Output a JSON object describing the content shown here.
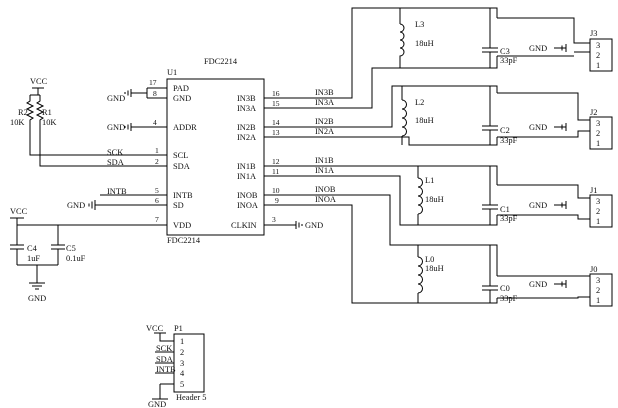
{
  "ic": {
    "title": "FDC2214",
    "ref": "U1",
    "part": "FDC2214",
    "left_pins": [
      {
        "num": "17",
        "label": "PAD"
      },
      {
        "num": "8",
        "label": "GND"
      },
      {
        "num": "4",
        "label": "ADDR"
      },
      {
        "num": "1",
        "label": "SCL"
      },
      {
        "num": "2",
        "label": "SDA"
      },
      {
        "num": "5",
        "label": "INTB"
      },
      {
        "num": "6",
        "label": "SD"
      },
      {
        "num": "7",
        "label": "VDD"
      }
    ],
    "right_pins": [
      {
        "num": "16",
        "label": "IN3B"
      },
      {
        "num": "15",
        "label": "IN3A"
      },
      {
        "num": "14",
        "label": "IN2B"
      },
      {
        "num": "13",
        "label": "IN2A"
      },
      {
        "num": "12",
        "label": "IN1B"
      },
      {
        "num": "11",
        "label": "IN1A"
      },
      {
        "num": "10",
        "label": "INOB"
      },
      {
        "num": "9",
        "label": "INOA"
      },
      {
        "num": "3",
        "label": "CLKIN"
      }
    ]
  },
  "nets": {
    "gnd": "GND",
    "vcc": "VCC",
    "sck": "SCK",
    "sda": "SDA",
    "intb": "INTB",
    "right": [
      "IN3B",
      "IN3A",
      "IN2B",
      "IN2A",
      "IN1B",
      "IN1A",
      "INOB",
      "INOA"
    ]
  },
  "pullups": [
    {
      "ref": "R2",
      "value": "10K"
    },
    {
      "ref": "R1",
      "value": "10K"
    }
  ],
  "caps_supply": [
    {
      "ref": "C4",
      "value": "1uF"
    },
    {
      "ref": "C5",
      "value": "0.1uF"
    }
  ],
  "channels": [
    {
      "inductor": "L3",
      "ind_value": "18uH",
      "cap": "C3",
      "cap_value": "33pF",
      "connector": "J3"
    },
    {
      "inductor": "L2",
      "ind_value": "18uH",
      "cap": "C2",
      "cap_value": "33pF",
      "connector": "J2"
    },
    {
      "inductor": "L1",
      "ind_value": "18uH",
      "cap": "C1",
      "cap_value": "33pF",
      "connector": "J1"
    },
    {
      "inductor": "L0",
      "ind_value": "18uH",
      "cap": "C0",
      "cap_value": "33pF",
      "connector": "J0"
    }
  ],
  "connector_pins": [
    "3",
    "2",
    "1"
  ],
  "header": {
    "ref": "P1",
    "name": "Header 5",
    "pins": [
      "1",
      "2",
      "3",
      "4",
      "5"
    ],
    "signals": [
      "VCC",
      "SCK",
      "SDA",
      "INTB",
      "GND"
    ]
  }
}
